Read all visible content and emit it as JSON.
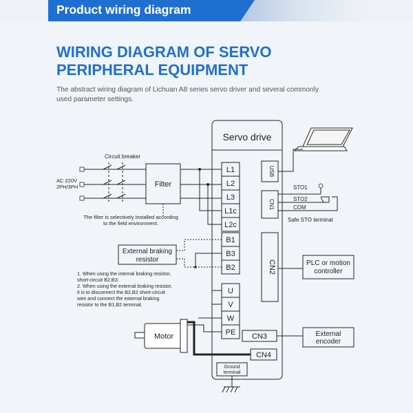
{
  "header": {
    "tab_title": "Product wiring diagram"
  },
  "title": {
    "line1": "WIRING DIAGRAM OF SERVO",
    "line2": "PERIPHERAL EQUIPMENT"
  },
  "intro": {
    "line1": "The abstract wiring diagram of Lichuan A8 series servo driver and several commonly",
    "line2": "used parameter settings."
  },
  "diagram": {
    "drive_title": "Servo drive",
    "terminals": [
      "L1",
      "L2",
      "L3",
      "L1c",
      "L2c",
      "B1",
      "B3",
      "B2",
      "U",
      "V",
      "W",
      "PE"
    ],
    "usb_label": "USB",
    "cn1_label": "CN1",
    "cn2_label": "CN2",
    "cn3_label": "CN3",
    "cn4_label": "CN4",
    "circuit_breaker": "Circuit breaker",
    "ac_line1": "AC 220V",
    "ac_line2": "2PH/3PH",
    "filter_label": "Filter",
    "filter_note_line1": "The filter is selectively installed according",
    "filter_note_line2": "to the field environment.",
    "ext_brake_line1": "External braking",
    "ext_brake_line2": "resistor",
    "brake_note": [
      "1. When using the internal braking resistor,",
      "short-circuit B2,B3:",
      "2. When using the external braking resistor,",
      "it is to disconnect the B2,B2 short-circuit",
      "wire and connect the external braking",
      "resistor to the B1,B2 terminal."
    ],
    "sto1": "STO1",
    "sto2": "STO2",
    "com": "COM",
    "safe_sto": "Safe STO terminal",
    "plc_line1": "PLC or motion",
    "plc_line2": "controller",
    "encoder_line1": "External",
    "encoder_line2": "encoder",
    "motor_label": "Motor",
    "ground_line1": "Ground",
    "ground_line2": "terminal"
  }
}
